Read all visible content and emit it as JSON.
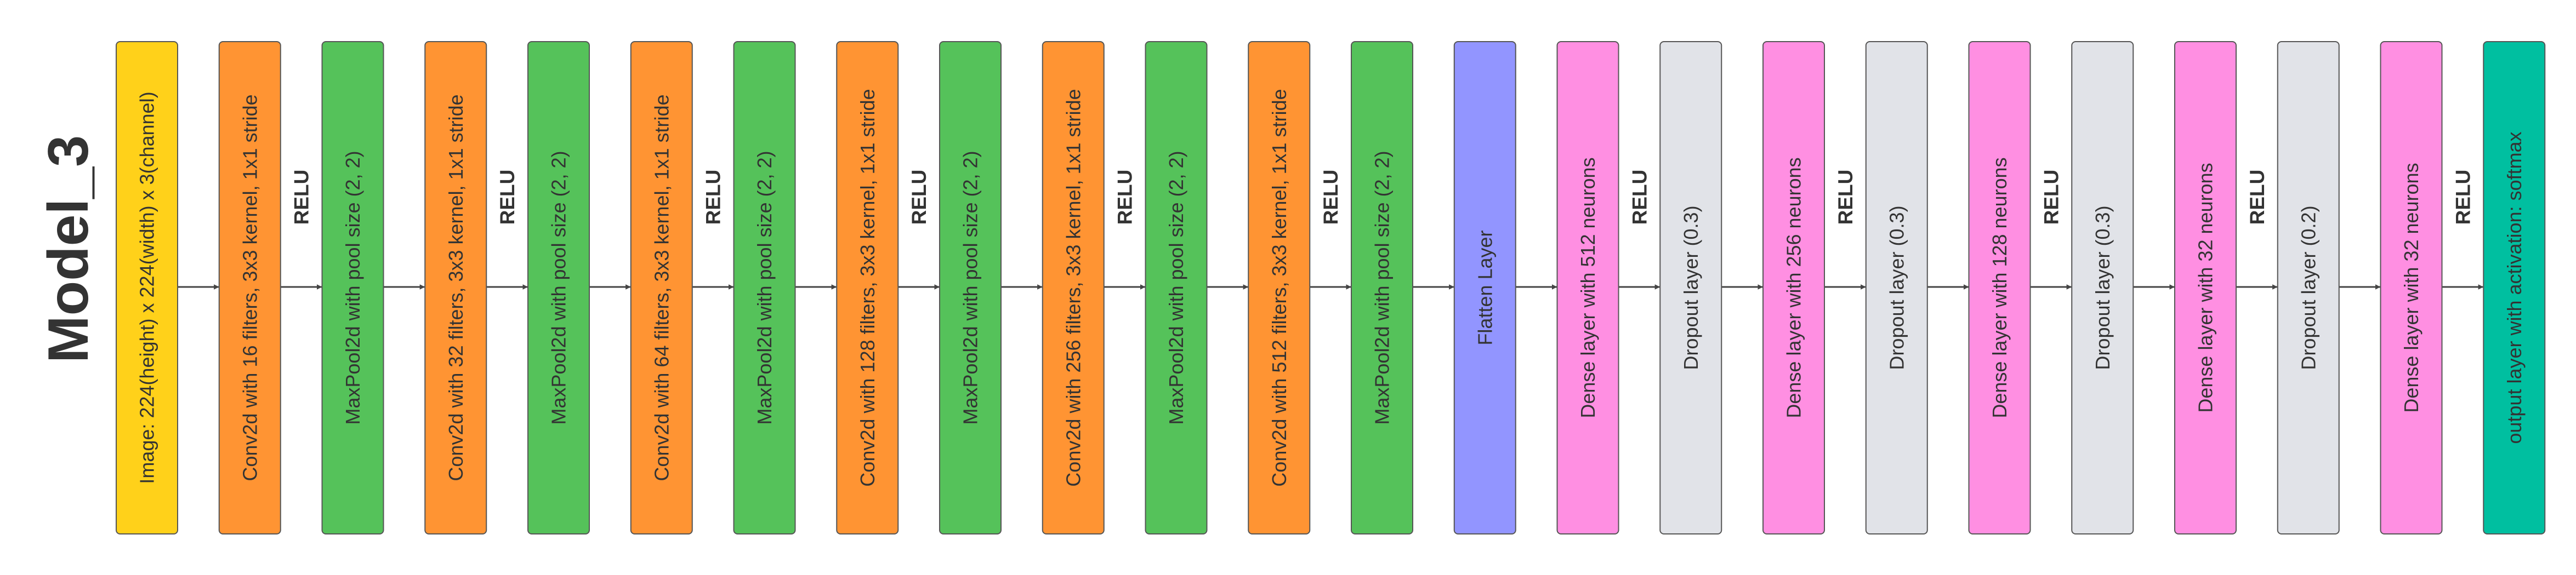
{
  "title": "Model_3",
  "colors": {
    "input": "#FFD11A",
    "conv": "#FF9433",
    "pool": "#55C25A",
    "flatten": "#9295FF",
    "dense": "#FF8FE2",
    "dropout": "#E1E3E8",
    "output": "#00BFA0",
    "stroke": "#555555",
    "arrow": "#444444"
  },
  "nodes": [
    {
      "label": "Image: 224(height) x 224(width)  x 3(channel)",
      "type": "input"
    },
    {
      "label": "Conv2d with 16 filters, 3x3 kernel, 1x1 stride",
      "type": "conv"
    },
    {
      "label": "MaxPool2d with pool size (2, 2)",
      "type": "pool"
    },
    {
      "label": "Conv2d with 32 filters, 3x3 kernel, 1x1 stride",
      "type": "conv"
    },
    {
      "label": "MaxPool2d with pool size (2, 2)",
      "type": "pool"
    },
    {
      "label": "Conv2d with 64 filters, 3x3 kernel, 1x1 stride",
      "type": "conv"
    },
    {
      "label": "MaxPool2d with pool size (2, 2)",
      "type": "pool"
    },
    {
      "label": "Conv2d with 128 filters, 3x3 kernel, 1x1 stride",
      "type": "conv"
    },
    {
      "label": "MaxPool2d with pool size (2, 2)",
      "type": "pool"
    },
    {
      "label": "Conv2d with 256 filters, 3x3 kernel, 1x1 stride",
      "type": "conv"
    },
    {
      "label": "MaxPool2d with pool size (2, 2)",
      "type": "pool"
    },
    {
      "label": "Conv2d with 512 filters, 3x3 kernel, 1x1 stride",
      "type": "conv"
    },
    {
      "label": "MaxPool2d with pool size (2, 2)",
      "type": "pool"
    },
    {
      "label": "Flatten Layer",
      "type": "flatten"
    },
    {
      "label": "Dense layer with 512 neurons",
      "type": "dense"
    },
    {
      "label": "Dropout layer (0.3)",
      "type": "dropout"
    },
    {
      "label": "Dense layer with 256 neurons",
      "type": "dense"
    },
    {
      "label": "Dropout layer (0.3)",
      "type": "dropout"
    },
    {
      "label": "Dense layer with 128 neurons",
      "type": "dense"
    },
    {
      "label": "Dropout layer (0.3)",
      "type": "dropout"
    },
    {
      "label": "Dense layer with 32 neurons",
      "type": "dense"
    },
    {
      "label": "Dropout layer (0.2)",
      "type": "dropout"
    },
    {
      "label": "Dense layer with 32 neurons",
      "type": "dense"
    },
    {
      "label": "output layer with activation: softmax",
      "type": "output"
    }
  ],
  "edges": [
    {
      "from": 0,
      "to": 1,
      "label": ""
    },
    {
      "from": 1,
      "to": 2,
      "label": "RELU"
    },
    {
      "from": 2,
      "to": 3,
      "label": ""
    },
    {
      "from": 3,
      "to": 4,
      "label": "RELU"
    },
    {
      "from": 4,
      "to": 5,
      "label": ""
    },
    {
      "from": 5,
      "to": 6,
      "label": "RELU"
    },
    {
      "from": 6,
      "to": 7,
      "label": ""
    },
    {
      "from": 7,
      "to": 8,
      "label": "RELU"
    },
    {
      "from": 8,
      "to": 9,
      "label": ""
    },
    {
      "from": 9,
      "to": 10,
      "label": "RELU"
    },
    {
      "from": 10,
      "to": 11,
      "label": ""
    },
    {
      "from": 11,
      "to": 12,
      "label": "RELU"
    },
    {
      "from": 12,
      "to": 13,
      "label": ""
    },
    {
      "from": 13,
      "to": 14,
      "label": ""
    },
    {
      "from": 14,
      "to": 15,
      "label": "RELU"
    },
    {
      "from": 15,
      "to": 16,
      "label": ""
    },
    {
      "from": 16,
      "to": 17,
      "label": "RELU"
    },
    {
      "from": 17,
      "to": 18,
      "label": ""
    },
    {
      "from": 18,
      "to": 19,
      "label": "RELU"
    },
    {
      "from": 19,
      "to": 20,
      "label": ""
    },
    {
      "from": 20,
      "to": 21,
      "label": "RELU"
    },
    {
      "from": 21,
      "to": 22,
      "label": ""
    },
    {
      "from": 22,
      "to": 23,
      "label": "RELU"
    }
  ]
}
